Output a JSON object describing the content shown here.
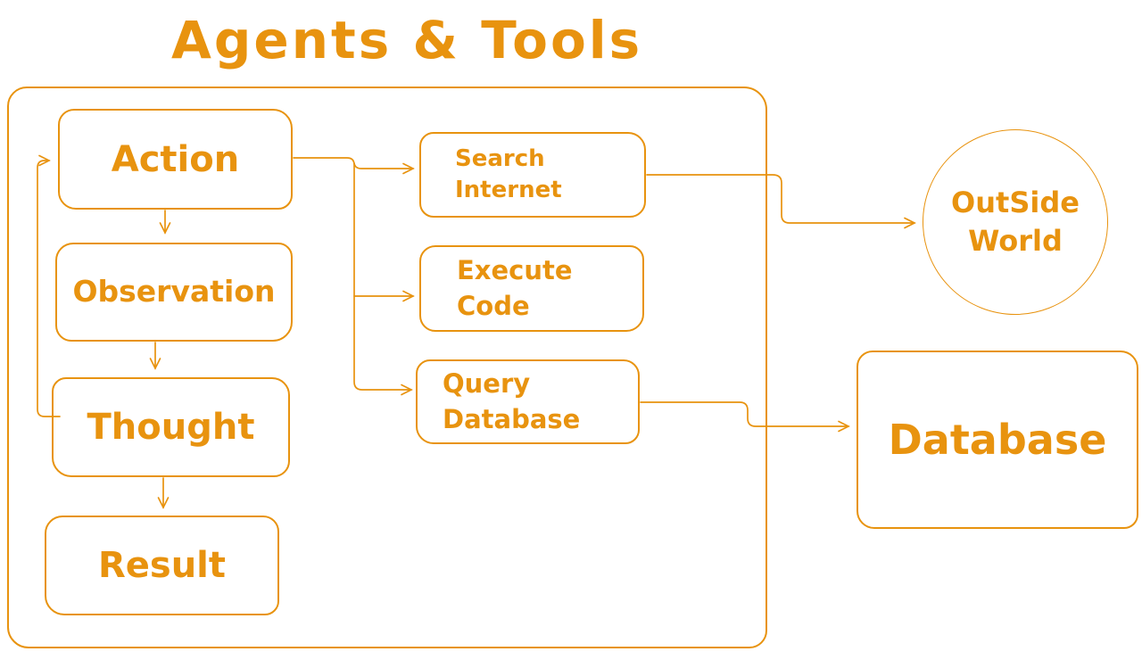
{
  "title": "Agents & Tools",
  "colors": {
    "accent": "#E8930F",
    "background": "#FFFFFF"
  },
  "nodes": {
    "action": {
      "label": "Action"
    },
    "observation": {
      "label": "Observation"
    },
    "thought": {
      "label": "Thought"
    },
    "result": {
      "label": "Result"
    },
    "search_internet": {
      "line1": "Search",
      "line2": "Internet"
    },
    "execute_code": {
      "line1": "Execute",
      "line2": "Code"
    },
    "query_database": {
      "line1": "Query",
      "line2": "Database"
    },
    "outside_world": {
      "line1": "OutSide",
      "line2": "World"
    },
    "database": {
      "label": "Database"
    }
  },
  "edges": [
    {
      "from": "Action",
      "to": "Observation"
    },
    {
      "from": "Observation",
      "to": "Thought"
    },
    {
      "from": "Thought",
      "to": "Action"
    },
    {
      "from": "Thought",
      "to": "Result"
    },
    {
      "from": "Action",
      "to": "Search Internet"
    },
    {
      "from": "Action",
      "to": "Execute Code"
    },
    {
      "from": "Action",
      "to": "Query Database"
    },
    {
      "from": "Search Internet",
      "to": "OutSide World"
    },
    {
      "from": "Query Database",
      "to": "Database"
    }
  ]
}
